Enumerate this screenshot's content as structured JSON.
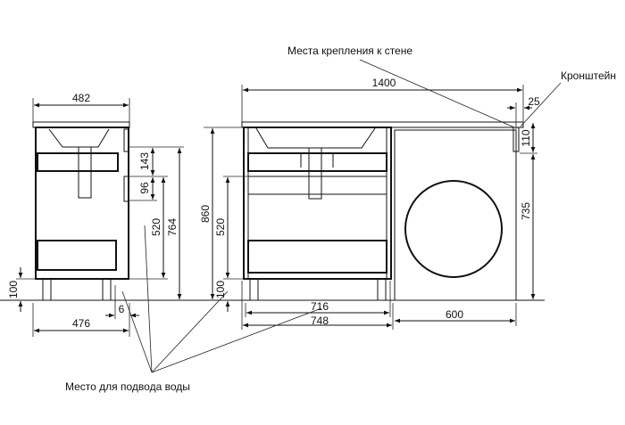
{
  "labels": {
    "wall_mount": "Места крепления к стене",
    "bracket": "Кронштейн",
    "water_supply": "Место для подвода воды"
  },
  "side_view": {
    "top_width": "482",
    "base_width": "476",
    "offset": "6",
    "leg_height": "100",
    "dim_143": "143",
    "dim_96": "96",
    "dim_520": "520",
    "dim_764": "764"
  },
  "front_view": {
    "total_height": "860",
    "dim_520": "520",
    "leg_height": "100",
    "total_width": "1400",
    "bracket_offset": "25",
    "bracket_height": "110",
    "washer_height": "735",
    "inner_width": "716",
    "cabinet_width": "748",
    "washer_width": "600"
  }
}
